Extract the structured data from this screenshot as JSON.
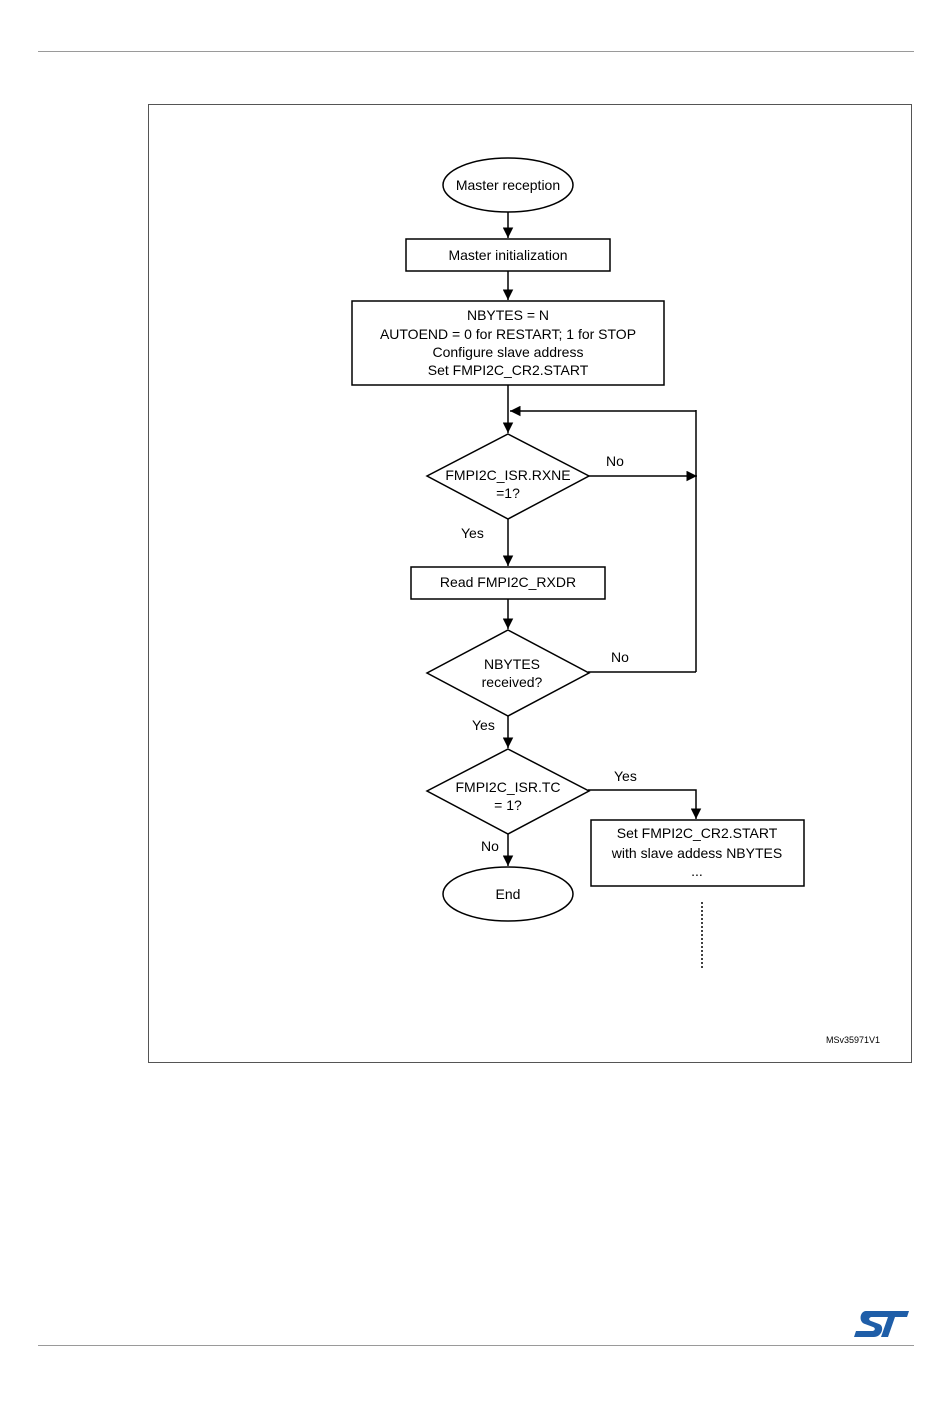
{
  "diagram": {
    "nodes": {
      "start": "Master reception",
      "init": "Master initialization",
      "config": [
        "NBYTES = N",
        "AUTOEND = 0 for RESTART; 1 for STOP",
        "Configure slave address",
        "Set FMPI2C_CR2.START"
      ],
      "rxne": [
        "FMPI2C_ISR.RXNE",
        "=1?"
      ],
      "read": "Read FMPI2C_RXDR",
      "nbytes": [
        "NBYTES",
        "received?"
      ],
      "tc": [
        "FMPI2C_ISR.TC",
        "= 1?"
      ],
      "restart": [
        "Set FMPI2C_CR2.START",
        "with slave addess NBYTES",
        "..."
      ],
      "end": "End"
    },
    "edge_labels": {
      "rxne_no": "No",
      "rxne_yes": "Yes",
      "nbytes_no": "No",
      "nbytes_yes": "Yes",
      "tc_yes": "Yes",
      "tc_no": "No"
    },
    "figure_id": "MSv35971V1"
  },
  "colors": {
    "logo": "#1f5ea8",
    "line": "#000000",
    "frame": "#555555",
    "rule": "#9a9a9a"
  },
  "icons": {
    "logo": "st-logo-icon"
  }
}
